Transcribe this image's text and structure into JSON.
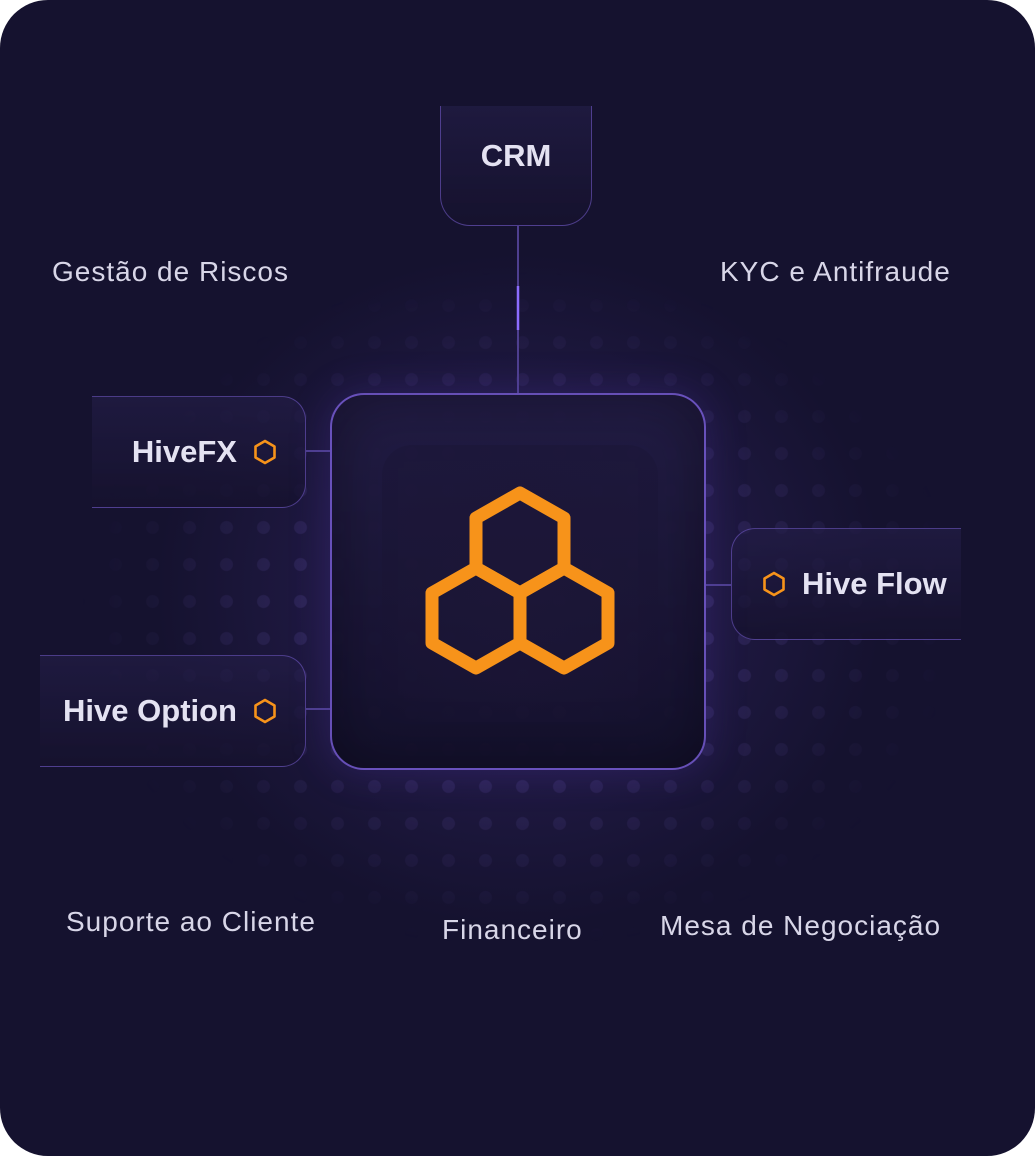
{
  "diagram": {
    "center": {
      "icon": "honeycomb-logo-icon"
    },
    "nodes": {
      "crm": {
        "label": "CRM"
      },
      "hivefx": {
        "label": "HiveFX",
        "icon": "hexagon-icon"
      },
      "hive_option": {
        "label": "Hive Option",
        "icon": "hexagon-icon"
      },
      "hive_flow": {
        "label": "Hive Flow",
        "icon": "hexagon-icon"
      }
    },
    "modules": [
      "Gestão de Riscos",
      "KYC e Antifraude",
      "Suporte ao Cliente",
      "Financeiro",
      "Mesa de Negociação"
    ]
  },
  "colors": {
    "background": "#15122f",
    "accent_orange": "#f7931a",
    "border_purple": "#7a5fd6",
    "text": "#e4e2f2"
  }
}
